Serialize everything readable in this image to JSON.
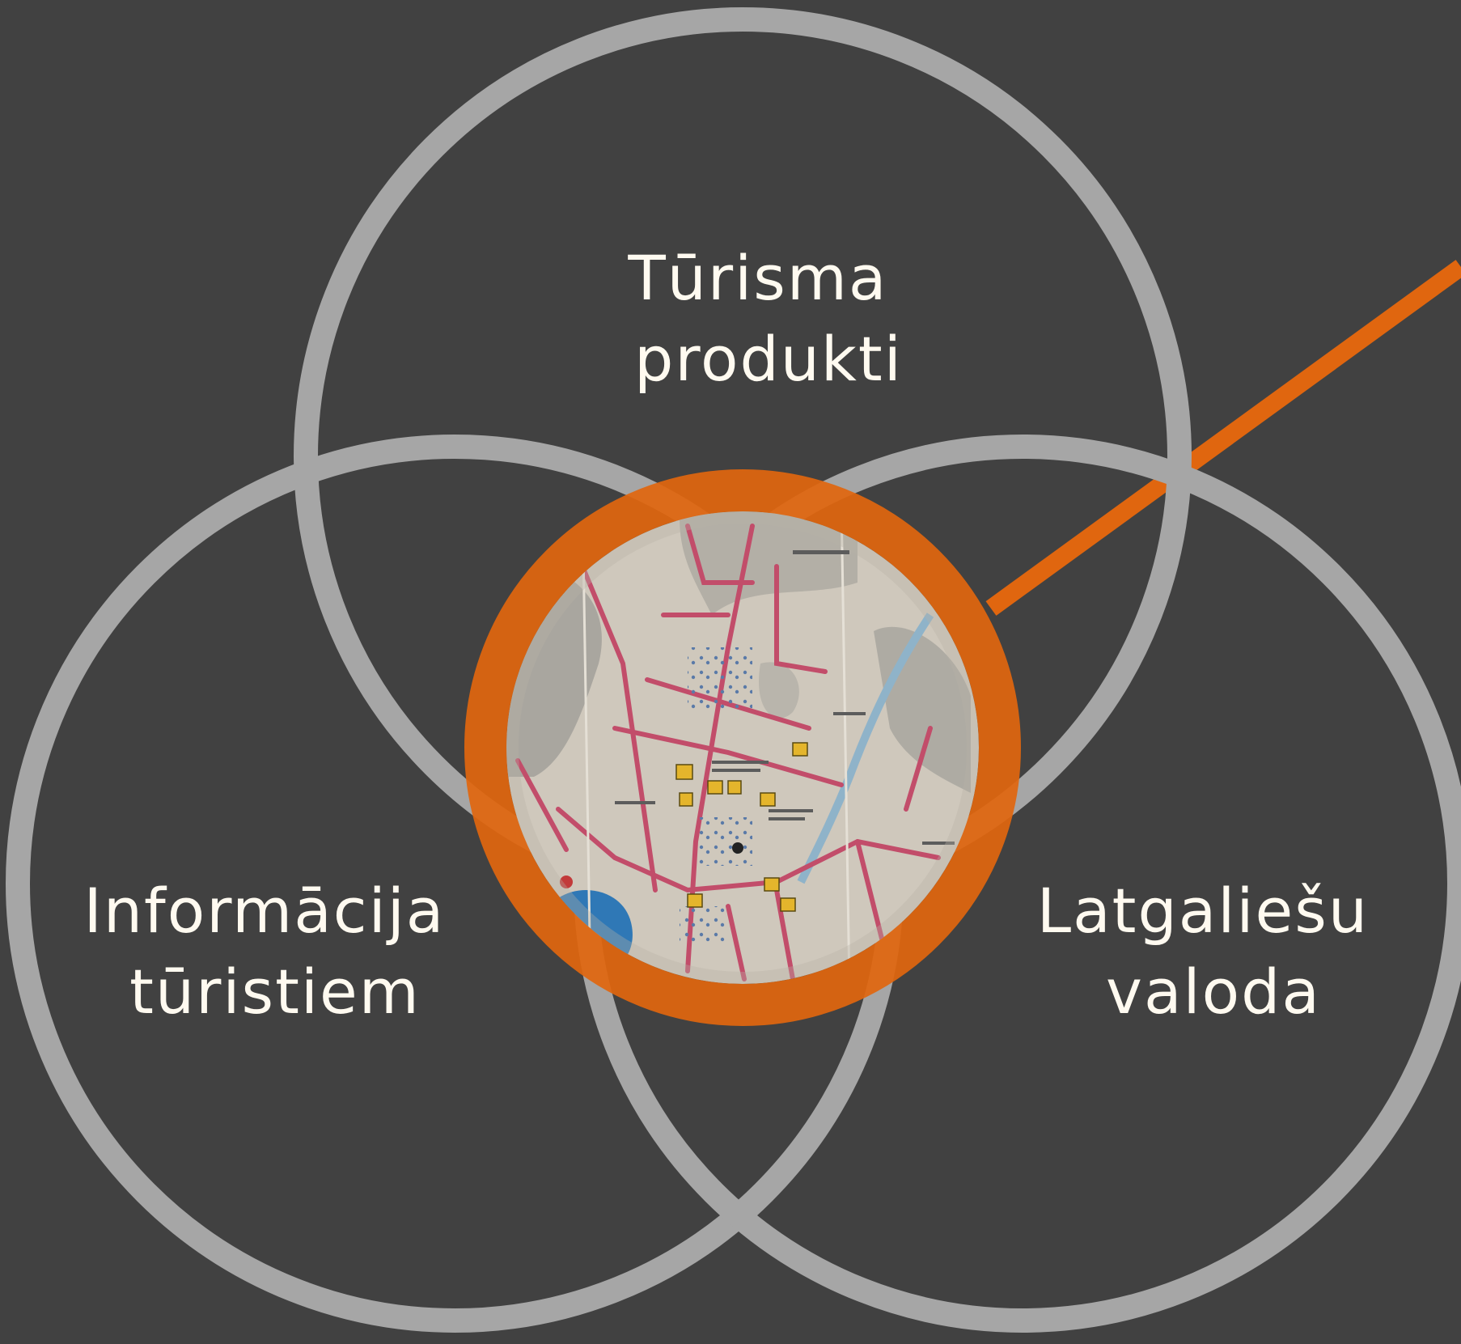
{
  "diagram": {
    "circles": [
      {
        "id": "top",
        "label_lines": [
          "Tūrisma",
          "produkti"
        ]
      },
      {
        "id": "left",
        "label_lines": [
          "Informācija",
          "tūristiem"
        ]
      },
      {
        "id": "right",
        "label_lines": [
          "Latgaliešu",
          "valoda"
        ]
      }
    ],
    "center": {
      "image": "town-map-photo"
    },
    "colors": {
      "background": "#414141",
      "ring": "#a6a6a6",
      "accent": "#e0660f"
    }
  }
}
